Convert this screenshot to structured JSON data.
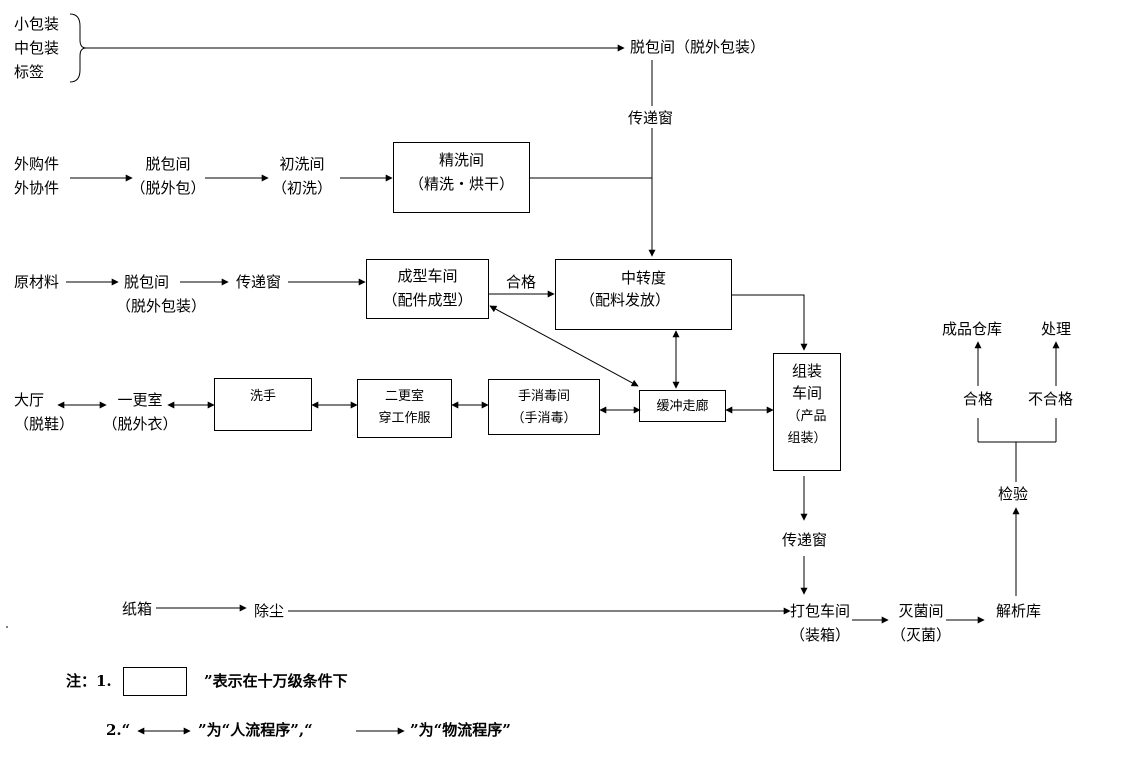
{
  "labels": {
    "small_pack": "小包装",
    "mid_pack": "中包装",
    "label_tag": "标签",
    "unpack_room_top": "脱包间（脱外包装）",
    "pass_window_top": "传递窗",
    "purchased_parts": "外购件",
    "outsourced_parts": "外协件",
    "unpack_room_2": "脱包间",
    "unpack_room_2_sub": "（脱外包）",
    "pre_wash_room": "初洗间",
    "pre_wash_room_sub": "（初洗）",
    "fine_wash_room": "精洗间",
    "fine_wash_room_sub": "（精洗・烘干）",
    "raw_material": "原材料",
    "unpack_room_3": "脱包间",
    "unpack_room_3_sub": "（脱外包装）",
    "pass_window_mid": "传递窗",
    "molding_shop": "成型车间",
    "molding_shop_sub": "（配件成型）",
    "qualified_mid": "合格",
    "transit": "中转度",
    "transit_sub": "（配料发放）",
    "lobby": "大厅",
    "lobby_sub": "（脱鞋）",
    "first_change": "一更室",
    "first_change_sub": "（脱外衣）",
    "hand_wash": "洗手",
    "second_change": "二更室",
    "second_change_sub": "穿工作服",
    "hand_disinfect": "手消毒间",
    "hand_disinfect_sub": "（手消毒）",
    "buffer_corridor": "缓冲走廊",
    "assembly_l1": "组装",
    "assembly_l2": "车间",
    "assembly_l3": "（产品",
    "assembly_l4": "组装）",
    "pass_window_bottom": "传递窗",
    "carton": "纸箱",
    "dust_removal": "除尘",
    "packing_shop": "打包车间",
    "packing_shop_sub": "（装箱）",
    "sterilize_room": "灭菌间",
    "sterilize_room_sub": "（灭菌）",
    "analysis_store": "解析库",
    "inspection": "检验",
    "qualified_right": "合格",
    "unqualified": "不合格",
    "finished_store": "成品仓库",
    "handling": "处理"
  },
  "notes": {
    "note_prefix": "注：1.",
    "note1_text": "”表示在十万级条件下",
    "note2_open": "2.“",
    "note2_mid": "”为“人流程序”,“",
    "note2_end": "”为“物流程序”"
  }
}
